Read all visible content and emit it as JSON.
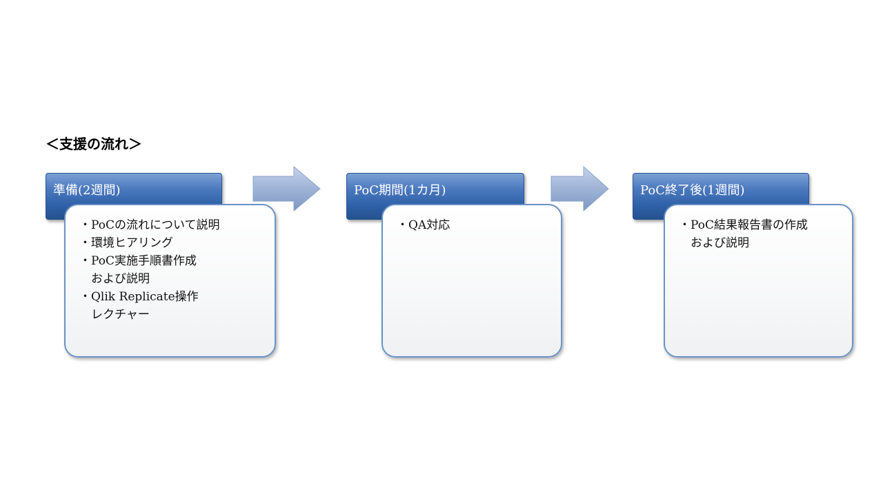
{
  "title": "＜支援の流れ＞",
  "stages": [
    {
      "header": "準備(2週間)",
      "items": [
        "・PoCの流れについて説明",
        "・環境ヒアリング",
        "・PoC実施手順書作成\n　および説明",
        "・Qlik Replicate操作\n　レクチャー"
      ]
    },
    {
      "header": "PoC期間(1カ月)",
      "items": [
        "・QA対応"
      ]
    },
    {
      "header": "PoC終了後(1週間)",
      "items": [
        "・PoC結果報告書の作成\n　および説明"
      ]
    }
  ],
  "colors": {
    "header_fill": "#2f61a8",
    "box_border": "#6a92c7",
    "arrow_fill": "#9fb3d6"
  },
  "icons": [
    "right-arrow-icon",
    "right-arrow-icon"
  ]
}
